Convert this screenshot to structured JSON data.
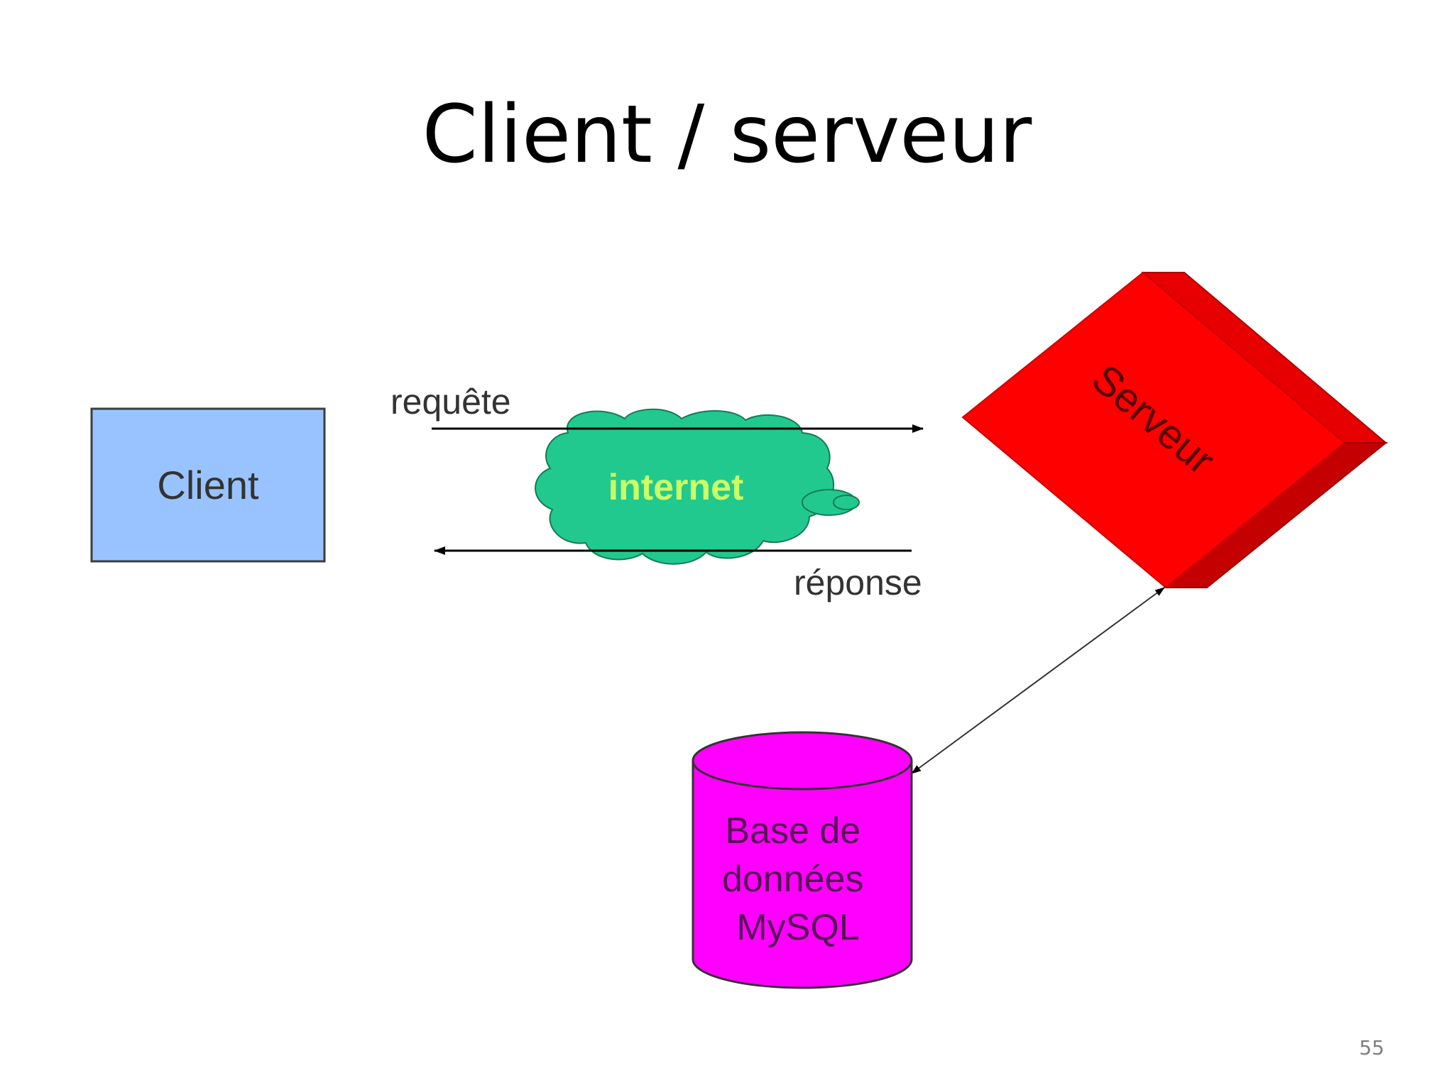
{
  "slide": {
    "title": "Client / serveur",
    "page_number": "55"
  },
  "diagram": {
    "client_label": "Client",
    "request_label": "requête",
    "response_label": "réponse",
    "internet_label": "internet",
    "server_label": "Serveur",
    "database_lines": [
      "Base de",
      "données",
      "MySQL"
    ]
  },
  "colors": {
    "client_fill": "#99c3ff",
    "client_stroke": "#3d3d3d",
    "cloud_fill": "#22c98e",
    "internet_text": "#ccff66",
    "server_fill": "#ff0000",
    "server_side": "#d40000",
    "database_fill": "#ff00ff",
    "label_text": "#333333"
  }
}
